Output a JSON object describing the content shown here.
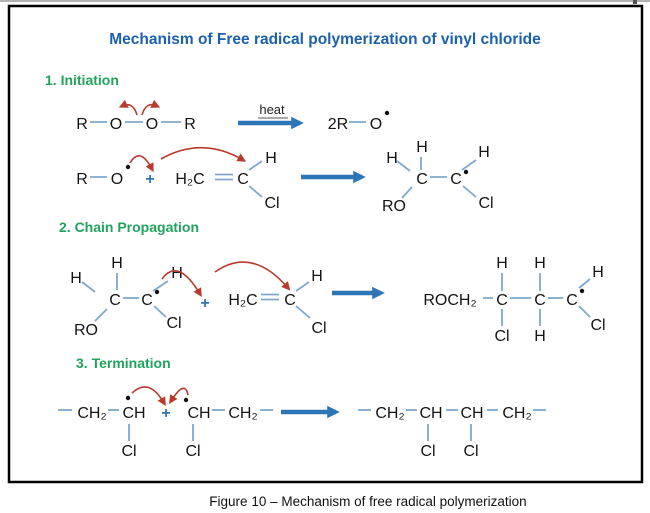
{
  "colors": {
    "title_blue": "#1B61AB",
    "section_green": "#21A35D",
    "bond_blue": "#7FA8CC",
    "reaction_arrow_blue": "#2E75B6",
    "curved_arrow_red": "#B73A2C",
    "atom_text": "#141414",
    "border": "#000000"
  },
  "header": {
    "title": "Mechanism of Free radical polymerization of vinyl chloride"
  },
  "caption": "Figure 10 – Mechanism of free radical polymerization",
  "initiation": {
    "label": "1. Initiation",
    "peroxide": {
      "r1": "R",
      "o1": "O",
      "o2": "O",
      "r2": "R"
    },
    "heat_label": "heat",
    "radical_product": {
      "coeff": "2R",
      "o": "O"
    },
    "addition": {
      "r": "R",
      "o": "O",
      "plus": "+",
      "h2c": "H₂C",
      "c": "C",
      "h": "H",
      "cl": "Cl"
    },
    "adduct": {
      "h_left": "H",
      "h_top": "H",
      "c1": "C",
      "c2": "C",
      "h_right": "H",
      "ro": "RO",
      "cl": "Cl"
    }
  },
  "propagation": {
    "label": "2. Chain Propagation",
    "radical": {
      "h_left": "H",
      "h_top": "H",
      "c1": "C",
      "c2": "C",
      "h_right": "H",
      "ro": "RO",
      "cl": "Cl"
    },
    "plus": "+",
    "monomer": {
      "h2c": "H₂C",
      "c": "C",
      "h": "H",
      "cl": "Cl"
    },
    "product": {
      "chain": "ROCH₂",
      "c1": "C",
      "c2": "C",
      "c3": "C",
      "h_top1": "H",
      "h_top2": "H",
      "h_right": "H",
      "cl_bottom1": "Cl",
      "h_bottom": "H",
      "cl_right": "Cl"
    }
  },
  "termination": {
    "label": "3. Termination",
    "left_radical": {
      "ch2": "CH₂",
      "ch": "CH",
      "cl": "Cl"
    },
    "plus": "+",
    "right_radical": {
      "ch": "CH",
      "ch2": "CH₂",
      "cl": "Cl"
    },
    "product": {
      "ch2_1": "CH₂",
      "ch_1": "CH",
      "ch_2": "CH",
      "ch2_2": "CH₂",
      "cl_1": "Cl",
      "cl_2": "Cl"
    }
  }
}
